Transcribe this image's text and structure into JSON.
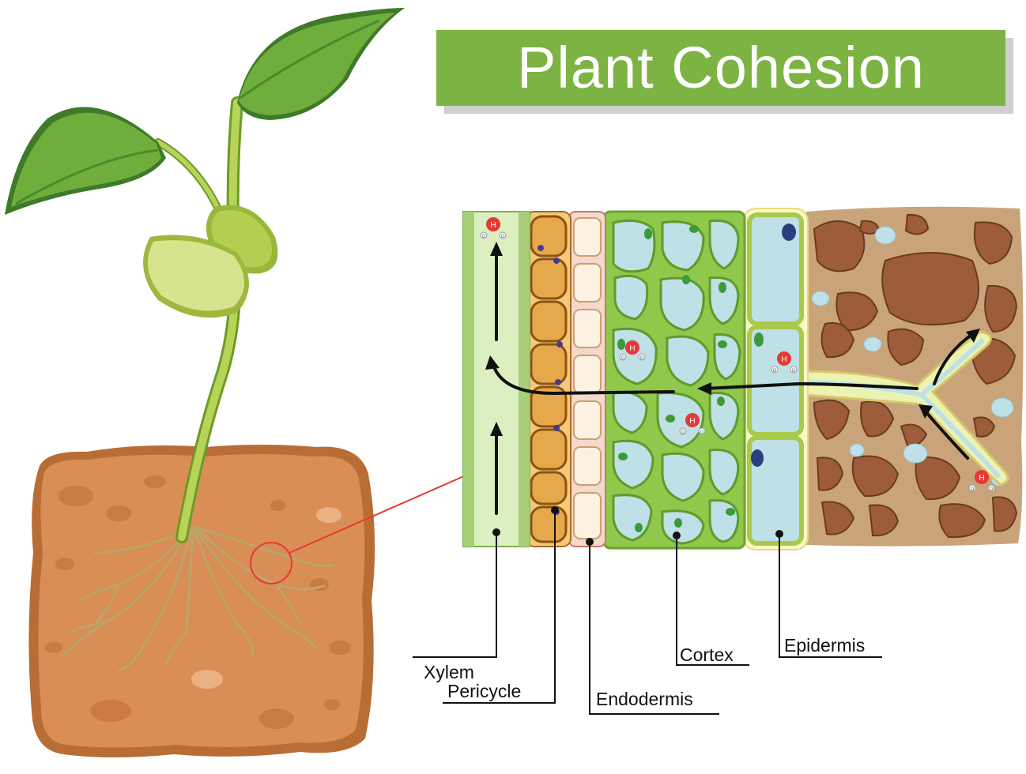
{
  "title": "Plant Cohesion",
  "labels": {
    "xylem": "Xylem",
    "pericycle": "Pericycle",
    "endodermis": "Endodermis",
    "cortex": "Cortex",
    "epidermis": "Epidermis"
  },
  "molecule_symbols": {
    "hydrogen": "H",
    "oxygen": "O"
  },
  "colors": {
    "title_bg": "#7cb342",
    "title_text": "#ffffff",
    "soil": "#d98e55",
    "soil_edge": "#b86d35",
    "leaf": "#6fae3c",
    "leaf_light": "#cfe08f",
    "stem": "#9cc640",
    "xylem": "#dcefc0",
    "pericycle": "#e7a74b",
    "endodermis": "#fbf2e3",
    "cortex": "#8fc84b",
    "cell_water": "#bfe0e6",
    "epidermis": "#eaf3b2",
    "soil_section": "#c9a47a",
    "rock": "#9d5c3b",
    "water_molecule": "#e53935",
    "pointer": "#e53935"
  }
}
